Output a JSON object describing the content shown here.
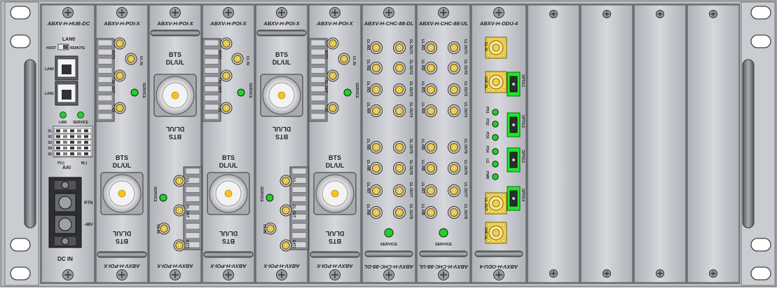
{
  "colors": {
    "rack": "#b4b7bc",
    "rack_dark": "#6f7378",
    "module_face": "#c9ccd1",
    "module_edge": "#5b5e63",
    "led_green": "#22d02a",
    "optic_green": "#1ee62a",
    "gold": "#f2d24a",
    "n_connector_center": "#ffc21a"
  },
  "hub": {
    "title": "ABXV-H-HUB-DC",
    "lan_title": "LAN0",
    "switch_left": "HOST",
    "switch_right": "REMOTE",
    "port_labels": [
      "LAN0",
      "LAN1"
    ],
    "led_labels": [
      "LINK",
      "SERVICE"
    ],
    "dip_rows": [
      "01",
      "02",
      "03",
      "04",
      "05"
    ],
    "dip_pol_left": "P(+)",
    "dip_pol_right": "N(-)",
    "dip_title": "AAI",
    "terminal_labels": [
      "RTN",
      "-48V"
    ],
    "dc_label": "DC IN"
  },
  "poi": {
    "title": "ABXV-H-POI-X",
    "bts_label": [
      "BTS",
      "DL/UL"
    ],
    "port_labels": [
      "EXT1",
      "UL IN",
      "DL OUT",
      "UL"
    ],
    "service_label": "SERVICE"
  },
  "chc_dl": {
    "title": "ABXV-H-CHC-88-DL",
    "left_ports": [
      "DL IN1",
      "DL IN2",
      "DL IN3",
      "DL IN4",
      "DL IN5",
      "DL IN6",
      "DL IN7",
      "DL IN8"
    ],
    "right_ports": [
      "DL OUT1",
      "DL OUT2",
      "DL OUT3",
      "DL OUT4",
      "DL OUT5",
      "DL OUT6",
      "DL OUT7",
      "DL OUT8"
    ],
    "service_label": "SERVICE"
  },
  "chc_ul": {
    "title": "ABXV-H-CHC-88-UL",
    "left_ports": [
      "UL IN1",
      "UL IN2",
      "UL IN3",
      "UL IN4",
      "UL IN5",
      "UL IN6",
      "UL IN7",
      "UL IN8"
    ],
    "right_ports": [
      "UL OUT1",
      "UL OUT2",
      "UL OUT3",
      "UL OUT4",
      "UL OUT5",
      "UL OUT6",
      "UL OUT7",
      "UL OUT8"
    ],
    "service_label": "SERVICE"
  },
  "odu": {
    "title": "ABXV-H-ODU-4",
    "connector_labels": [
      "DL IN",
      "VHF DL",
      "UL OUT",
      "VHF UL"
    ],
    "optic_labels": [
      "OPTIC1",
      "OPTIC2",
      "OPTIC3",
      "OPTIC4"
    ],
    "led_labels": [
      "PD1",
      "PD2",
      "PD3",
      "PD4",
      "LD",
      "PWR"
    ]
  }
}
